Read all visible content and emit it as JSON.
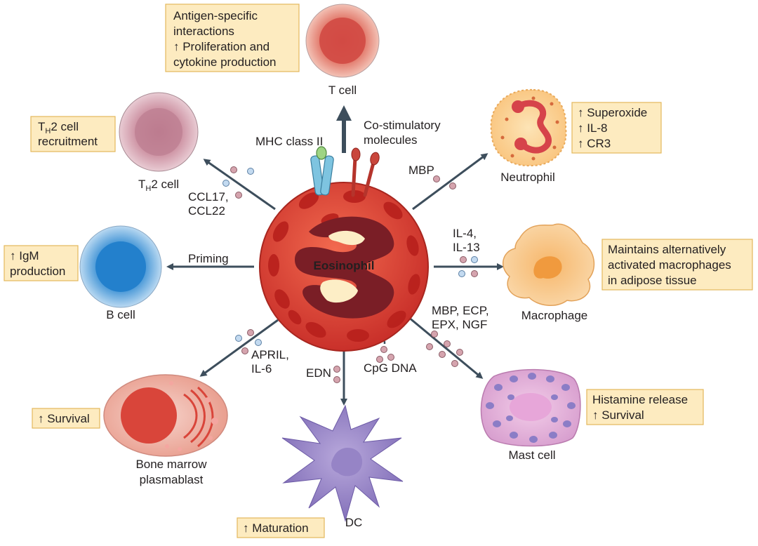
{
  "center": {
    "label": "Eosinophil"
  },
  "tcell": {
    "label": "T cell",
    "box": [
      "Antigen-specific",
      "interactions",
      "↑ Proliferation and",
      "cytokine production"
    ]
  },
  "mhc": {
    "label": "MHC class II"
  },
  "costim": {
    "label": [
      "Co-stimulatory",
      "molecules"
    ]
  },
  "th2": {
    "label_main": "T",
    "label_sub": "H",
    "label_rest": "2 cell",
    "box_line1_main": "T",
    "box_line1_sub": "H",
    "box_line1_rest": "2 cell",
    "box_line2": "recruitment",
    "mediators": [
      "CCL17,",
      "CCL22"
    ]
  },
  "neutrophil": {
    "label": "Neutrophil",
    "mediator": "MBP",
    "box": [
      "↑ Superoxide",
      "↑ IL-8",
      "↑ CR3"
    ]
  },
  "bcell": {
    "label": "B cell",
    "mediator": "Priming",
    "box": [
      "↑ IgM",
      "production"
    ]
  },
  "macrophage": {
    "label": "Macrophage",
    "mediators": [
      "IL-4,",
      "IL-13"
    ],
    "box": [
      "Maintains alternatively",
      "activated macrophages",
      "in adipose tissue"
    ]
  },
  "plasmablast": {
    "label": [
      "Bone marrow",
      "plasmablast"
    ],
    "mediators": [
      "APRIL,",
      "IL-6"
    ],
    "box": [
      "↑ Survival"
    ]
  },
  "dc": {
    "label": "DC",
    "mediator": "EDN",
    "cpg": "CpG DNA",
    "box": [
      "↑ Maturation"
    ]
  },
  "mastcell": {
    "label": "Mast cell",
    "mediators": [
      "MBP, ECP,",
      "EPX, NGF"
    ],
    "box": [
      "Histamine release",
      "↑ Survival"
    ]
  },
  "colors": {
    "arrow": "#3d4e5c",
    "box_fill": "#fdebc0",
    "box_stroke": "#e3b85c",
    "eosinophil": "#d9453a"
  }
}
